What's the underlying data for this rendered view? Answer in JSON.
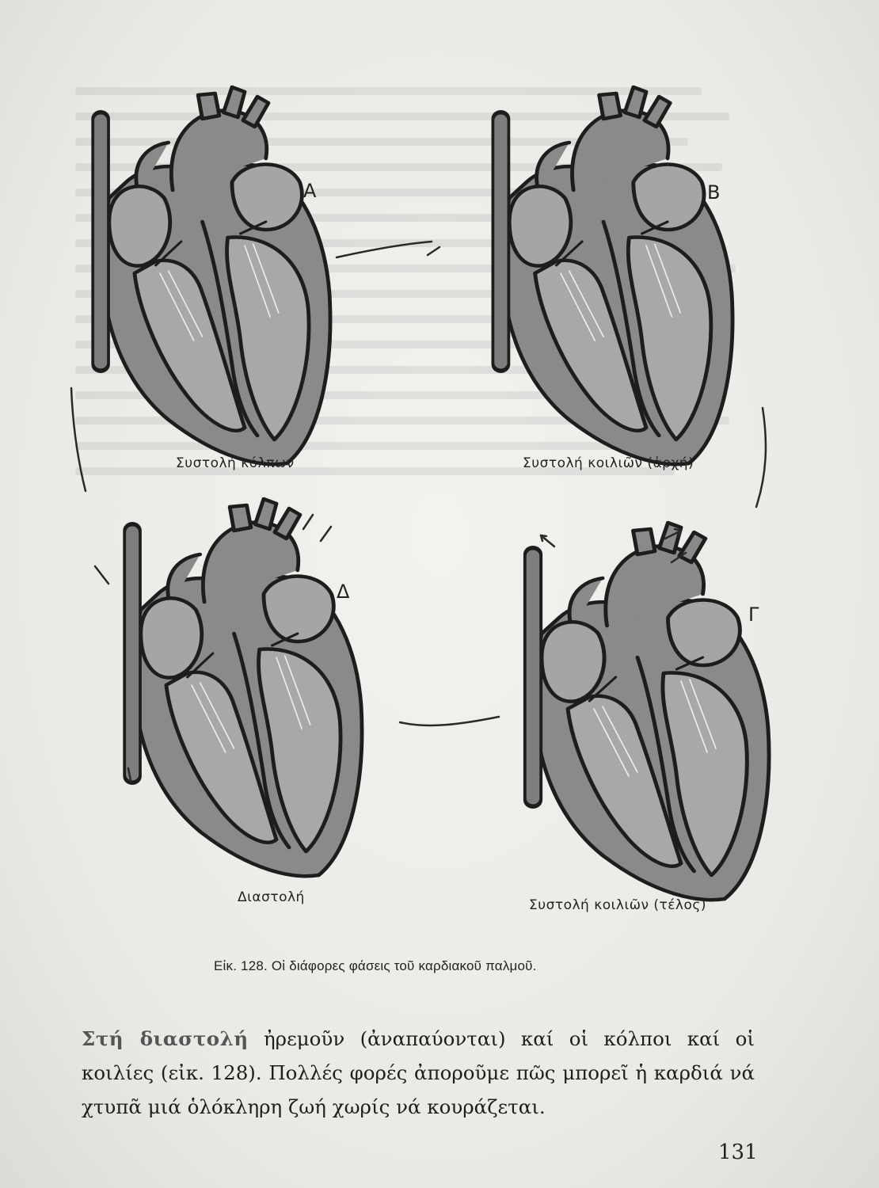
{
  "figure": {
    "panels": [
      {
        "letter": "Α",
        "phase": "Συστολή κόλπων"
      },
      {
        "letter": "Β",
        "phase": "Συστολή κοιλιῶν (ἀρχή)"
      },
      {
        "letter": "Γ",
        "phase": "Συστολή κοιλιῶν (τέλος)"
      },
      {
        "letter": "Δ",
        "phase": "Διαστολή"
      }
    ],
    "caption": "Εἰκ. 128. Οἱ διάφορες φάσεις τοῦ καρδιακοῦ παλμοῦ."
  },
  "body": {
    "lead": "Στή διαστολή",
    "text": " ἠρεμοῦν (ἀναπαύονται) καί οἱ κόλποι καί οἱ κοιλίες (εἰκ. 128). Πολλές φορές ἀποροῦμε πῶς μπορεῖ ἡ καρδιά νά χτυπᾶ μιά ὁλόκληρη ζωή χωρίς νά κουράζεται."
  },
  "page_number": "131"
}
